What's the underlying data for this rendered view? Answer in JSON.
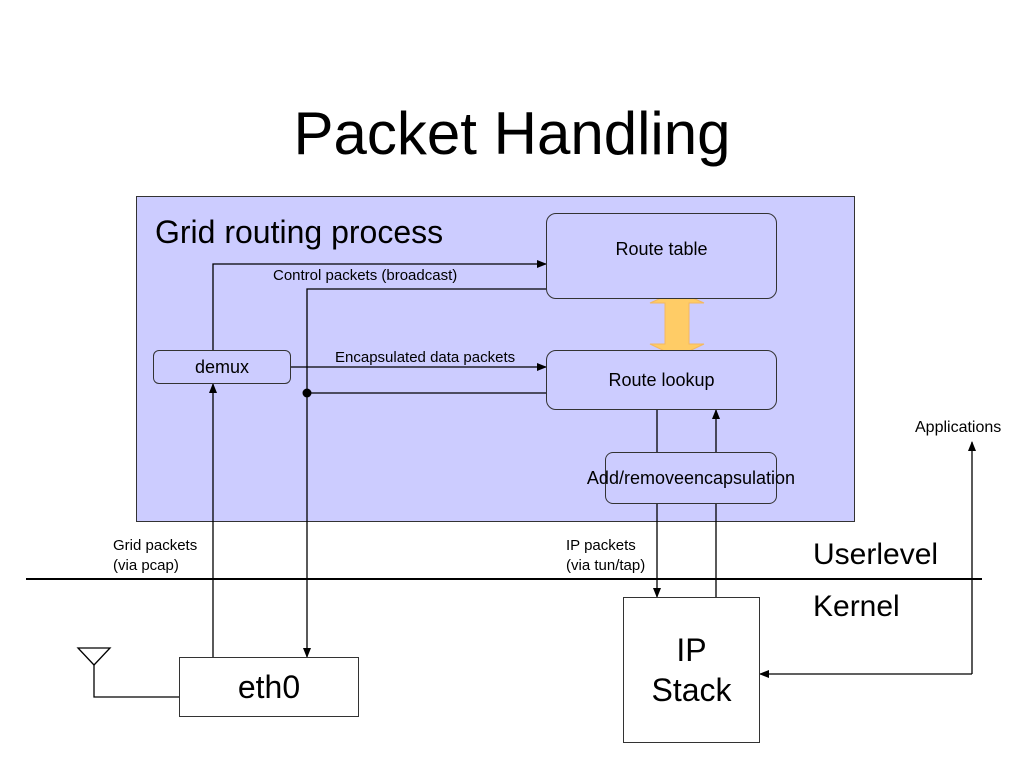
{
  "title": "Packet Handling",
  "process": {
    "title": "Grid routing process"
  },
  "boxes": {
    "route_table": "Route table",
    "route_lookup": "Route lookup",
    "demux": "demux",
    "encap_line1": "Add/remove",
    "encap_line2": "encapsulation",
    "eth0": "eth0",
    "ip_stack_line1": "IP",
    "ip_stack_line2": "Stack"
  },
  "labels": {
    "control_packets": "Control packets (broadcast)",
    "encap_data_packets": "Encapsulated data packets",
    "applications": "Applications",
    "grid_packets_1": "Grid packets",
    "grid_packets_2": "(via pcap)",
    "ip_packets_1": "IP packets",
    "ip_packets_2": "(via tun/tap)",
    "userlevel": "Userlevel",
    "kernel": "Kernel"
  },
  "colors": {
    "process_fill": "#ccccff",
    "double_arrow": "#ffcc66",
    "line": "#000000"
  }
}
